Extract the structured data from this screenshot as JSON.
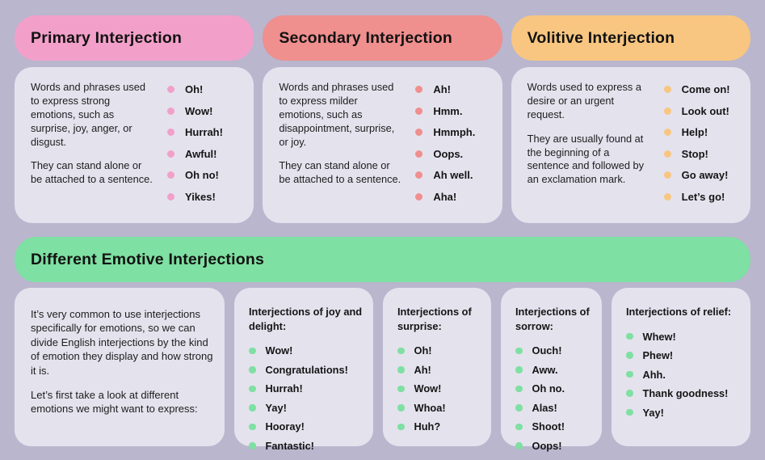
{
  "page": {
    "background": "#b9b6ce",
    "card_background": "#e4e2ed",
    "text_color": "#151515"
  },
  "top_cards": [
    {
      "title": "Primary Interjection",
      "accent": "#f2a0ca",
      "paragraphs": [
        "Words and phrases used to express strong emotions, such as surprise, joy, anger, or disgust.",
        "They can stand alone or be attached to a sentence."
      ],
      "examples": [
        "Oh!",
        "Wow!",
        "Hurrah!",
        "Awful!",
        "Oh no!",
        "Yikes!"
      ]
    },
    {
      "title": "Secondary Interjection",
      "accent": "#ef8f8e",
      "paragraphs": [
        "Words and phrases used to express milder emotions, such as disappointment, surprise, or joy.",
        "They can stand alone or be attached to a sentence."
      ],
      "examples": [
        "Ah!",
        "Hmm.",
        "Hmmph.",
        "Oops.",
        "Ah well.",
        "Aha!"
      ]
    },
    {
      "title": "Volitive Interjection",
      "accent": "#f8c681",
      "paragraphs": [
        "Words used to express a desire or an urgent request.",
        "They are usually found at the beginning of a sentence and followed by an exclamation mark."
      ],
      "examples": [
        "Come on!",
        "Look out!",
        "Help!",
        "Stop!",
        "Go away!",
        "Let’s go!"
      ]
    }
  ],
  "bottom_section": {
    "title": "Different Emotive Interjections",
    "accent": "#7ee0a2",
    "intro_paragraphs": [
      "It’s very common to use interjections specifically for emotions, so we can divide English interjections by the kind of emotion they display and how strong it is.",
      "Let’s first take a look at different emotions we might want to express:"
    ],
    "groups": [
      {
        "title": "Interjections of joy and delight:",
        "examples": [
          "Wow!",
          "Congratulations!",
          "Hurrah!",
          "Yay!",
          "Hooray!",
          "Fantastic!"
        ]
      },
      {
        "title": "Interjections of surprise:",
        "examples": [
          "Oh!",
          "Ah!",
          "Wow!",
          "Whoa!",
          "Huh?"
        ]
      },
      {
        "title": "Interjections of sorrow:",
        "examples": [
          "Ouch!",
          "Aww.",
          "Oh no.",
          "Alas!",
          "Shoot!",
          "Oops!"
        ]
      },
      {
        "title": "Interjections of relief:",
        "examples": [
          "Whew!",
          "Phew!",
          "Ahh.",
          "Thank goodness!",
          "Yay!"
        ]
      }
    ]
  }
}
